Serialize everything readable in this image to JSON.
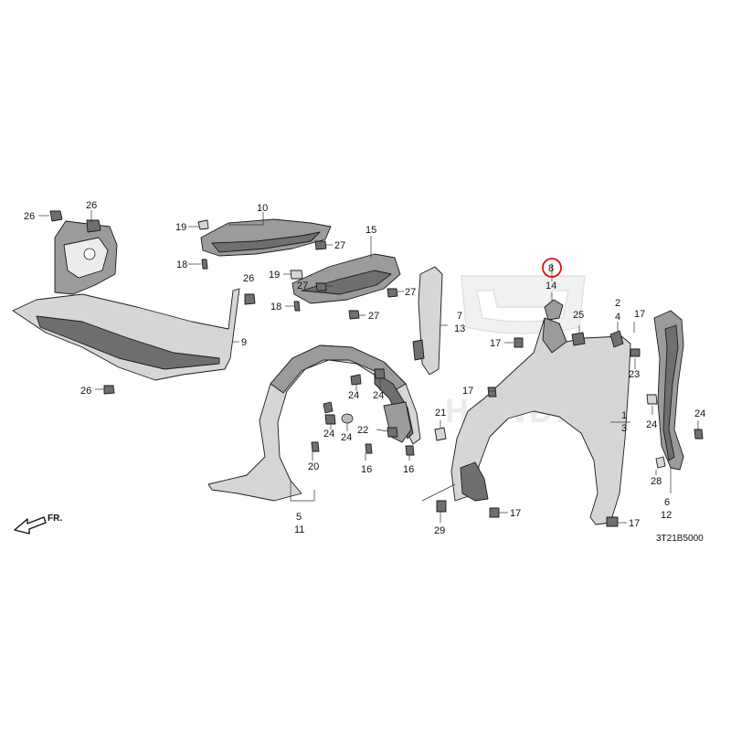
{
  "diagram_code": "3T21B5000",
  "direction_label": "FR.",
  "watermark_text": "HONDA",
  "highlight_color": "#e01010",
  "highlighted_callout": "8",
  "callouts": {
    "c1": "1",
    "c2": "2",
    "c3": "3",
    "c4": "4",
    "c5": "5",
    "c6": "6",
    "c7": "7",
    "c8": "8",
    "c9": "9",
    "c10": "10",
    "c11": "11",
    "c12": "12",
    "c13": "13",
    "c14": "14",
    "c15": "15",
    "c16a": "16",
    "c16b": "16",
    "c17a": "17",
    "c17b": "17",
    "c17c": "17",
    "c17d": "17",
    "c17e": "17",
    "c18a": "18",
    "c18b": "18",
    "c19a": "19",
    "c19b": "19",
    "c20": "20",
    "c21": "21",
    "c22": "22",
    "c23": "23",
    "c24a": "24",
    "c24b": "24",
    "c24c": "24",
    "c24d": "24",
    "c24e": "24",
    "c24f": "24",
    "c25": "25",
    "c26a": "26",
    "c26b": "26",
    "c26c": "26",
    "c26d": "26",
    "c27a": "27",
    "c27b": "27",
    "c27c": "27",
    "c27d": "27",
    "c28": "28",
    "c29": "29"
  }
}
